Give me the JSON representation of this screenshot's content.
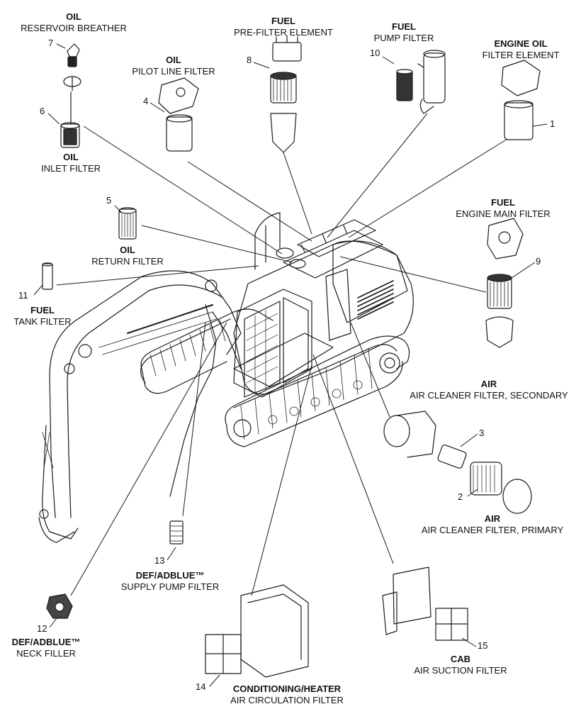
{
  "parts": [
    {
      "id": "oil-reservoir-breather",
      "number": "7",
      "category": "OIL",
      "description": "RESERVOIR BREATHER"
    },
    {
      "id": "oil-inlet-filter",
      "number": "6",
      "category": "OIL",
      "description": "INLET FILTER"
    },
    {
      "id": "oil-pilot-line-filter",
      "number": "4",
      "category": "OIL",
      "description": "PILOT LINE FILTER"
    },
    {
      "id": "fuel-pre-filter-element",
      "number": "8",
      "category": "FUEL",
      "description": "PRE-FILTER ELEMENT"
    },
    {
      "id": "fuel-pump-filter",
      "number": "10",
      "category": "FUEL",
      "description": "PUMP FILTER"
    },
    {
      "id": "engine-oil-filter-element",
      "number": "1",
      "category": "ENGINE OIL",
      "description": "FILTER ELEMENT"
    },
    {
      "id": "oil-return-filter",
      "number": "5",
      "category": "OIL",
      "description": "RETURN FILTER"
    },
    {
      "id": "fuel-engine-main-filter",
      "number": "9",
      "category": "FUEL",
      "description": "ENGINE MAIN FILTER"
    },
    {
      "id": "fuel-tank-filter",
      "number": "11",
      "category": "FUEL",
      "description": "TANK FILTER"
    },
    {
      "id": "air-cleaner-filter-secondary",
      "number": "3",
      "category": "AIR",
      "description": "AIR CLEANER FILTER, SECONDARY"
    },
    {
      "id": "air-cleaner-filter-primary",
      "number": "2",
      "category": "AIR",
      "description": "AIR CLEANER FILTER, PRIMARY"
    },
    {
      "id": "def-supply-pump-filter",
      "number": "13",
      "category": "DEF/ADBLUE™",
      "description": "SUPPLY PUMP FILTER"
    },
    {
      "id": "def-neck-filler",
      "number": "12",
      "category": "DEF/ADBLUE™",
      "description": "NECK FILLER"
    },
    {
      "id": "cab-air-suction-filter",
      "number": "15",
      "category": "CAB",
      "description": "AIR SUCTION FILTER"
    },
    {
      "id": "conditioning-heater-air-circulation-filter",
      "number": "14",
      "category": "CONDITIONING/HEATER",
      "description": "AIR CIRCULATION FILTER"
    }
  ],
  "colors": {
    "line": "#1a1a1a",
    "background": "#ffffff"
  }
}
